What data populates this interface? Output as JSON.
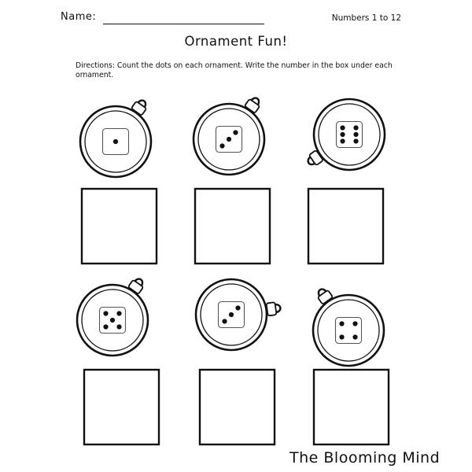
{
  "header": {
    "name_label": "Name:",
    "corner_label": "Numbers 1 to 12"
  },
  "title": "Ornament Fun!",
  "directions": "Directions: Count the dots on each ornament. Write the number in the box under each ornament.",
  "ornaments": [
    {
      "dots": 1,
      "hanger": "top-right"
    },
    {
      "dots": 3,
      "hanger": "top-right"
    },
    {
      "dots": 6,
      "hanger": "bottom-left"
    },
    {
      "dots": 5,
      "hanger": "top-right"
    },
    {
      "dots": 3,
      "hanger": "right"
    },
    {
      "dots": 4,
      "hanger": "top-left"
    }
  ],
  "answer_boxes": [
    "",
    "",
    "",
    "",
    "",
    ""
  ],
  "brand": "The Blooming Mind"
}
